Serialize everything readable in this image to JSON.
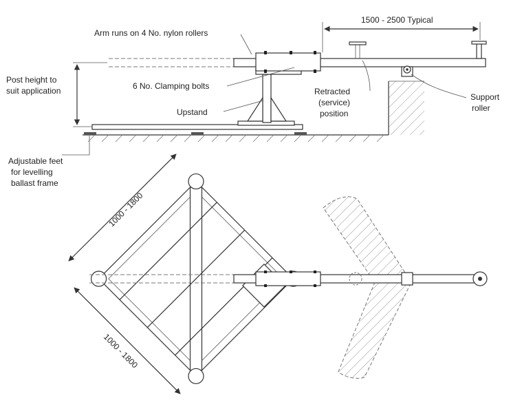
{
  "labels": {
    "arm_rollers": "Arm runs on 4 No. nylon rollers",
    "span_typical": "1500 - 2500 Typical",
    "post_height_1": "Post height to",
    "post_height_2": "suit application",
    "clamping_bolts": "6 No. Clamping bolts",
    "retracted_1": "Retracted",
    "retracted_2": "(service)",
    "retracted_3": "position",
    "support_roller_1": "Support",
    "support_roller_2": "roller",
    "upstand": "Upstand",
    "feet_1": "Adjustable feet",
    "feet_2": "for levelling",
    "feet_3": "ballast frame",
    "dim_top": "1000 - 1800",
    "dim_bottom": "1000 - 1800"
  }
}
